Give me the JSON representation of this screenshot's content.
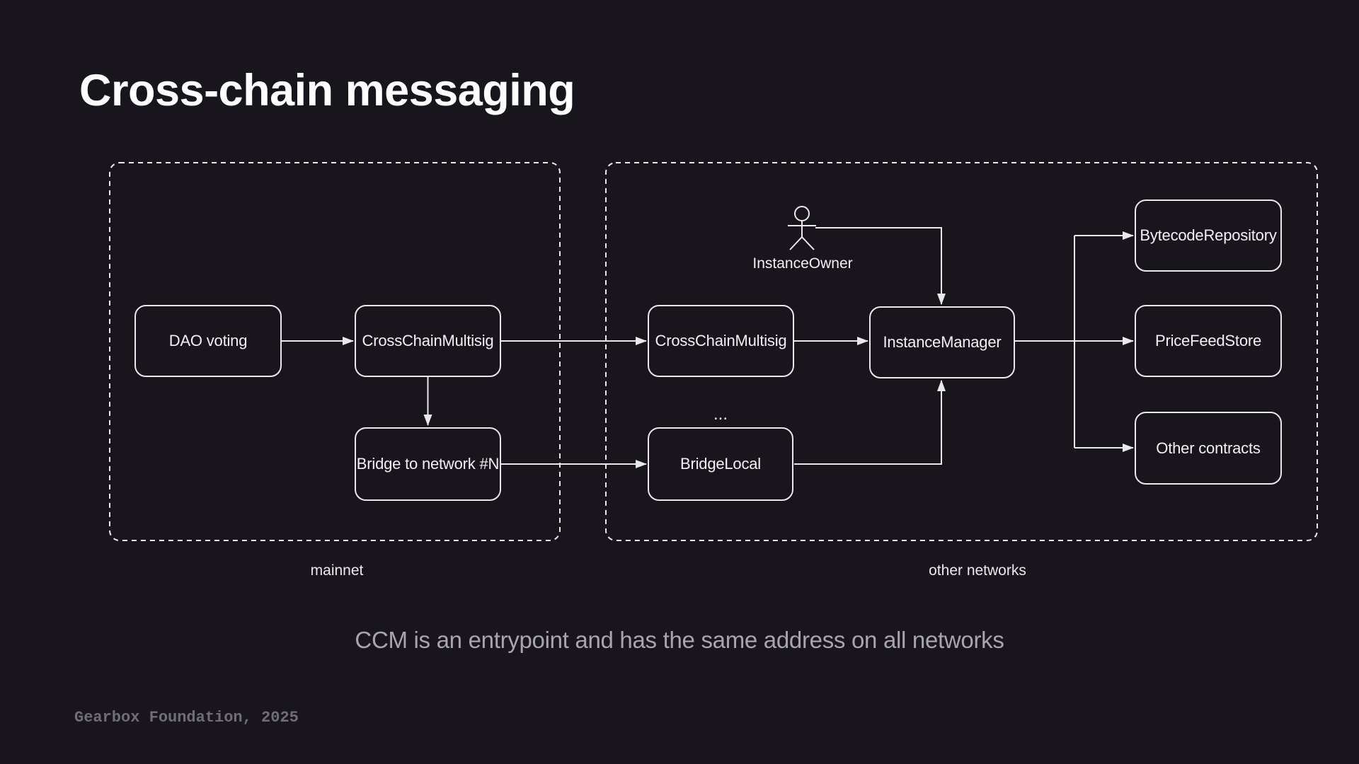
{
  "slide": {
    "title": "Cross-chain messaging",
    "subtitle": "CCM is an entrypoint and has the same address on all networks",
    "footer": "Gearbox Foundation, 2025",
    "colors": {
      "background": "#18151d",
      "line": "#e9e9eb",
      "box_text": "#f1f1f3",
      "subtitle_text": "#a6a6ab",
      "footer_text": "#6e6e74"
    }
  },
  "diagram": {
    "groups": {
      "mainnet": {
        "label": "mainnet"
      },
      "other_networks": {
        "label": "other networks"
      }
    },
    "actors": {
      "instance_owner": {
        "label": "InstanceOwner"
      }
    },
    "nodes": {
      "dao_voting": {
        "label": "DAO voting"
      },
      "ccm_mainnet": {
        "label": "CrossChainMultisig"
      },
      "bridge_to_network": {
        "label": "Bridge to network #N"
      },
      "ccm_other": {
        "label": "CrossChainMultisig"
      },
      "bridge_local": {
        "label": "BridgeLocal"
      },
      "instance_manager": {
        "label": "InstanceManager"
      },
      "bytecode_repository": {
        "label": "BytecodeRepository"
      },
      "price_feed_store": {
        "label": "PriceFeedStore"
      },
      "other_contracts": {
        "label": "Other contracts"
      }
    },
    "ellipsis": "..."
  }
}
